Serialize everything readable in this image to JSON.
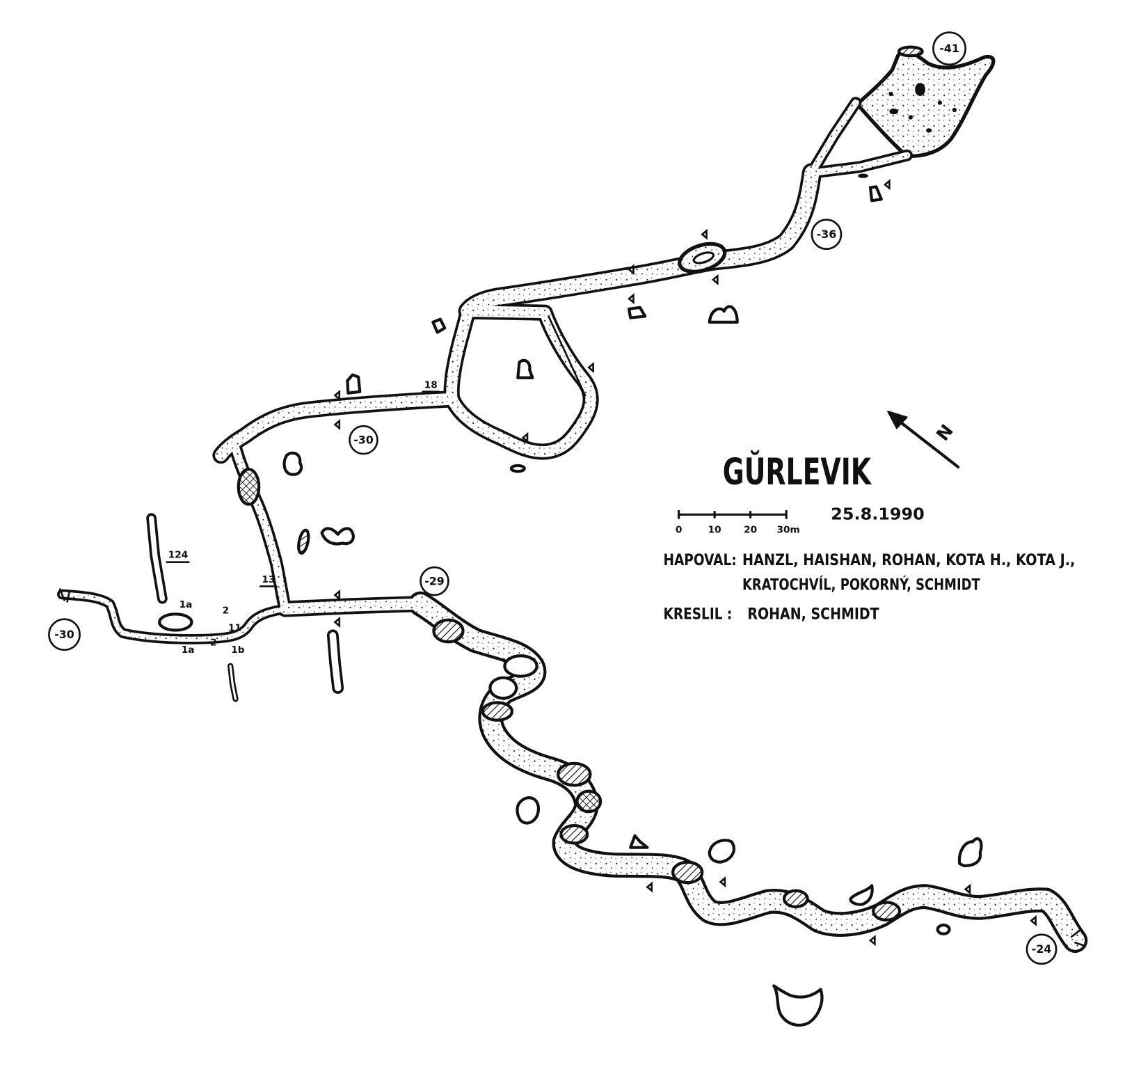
{
  "map": {
    "title": "GŬRLEVIK",
    "date": "25.8.1990",
    "scale": {
      "labels": [
        "0",
        "10",
        "20",
        "30m"
      ]
    },
    "credits": {
      "surveyed_label": "HAPOVAL:",
      "surveyed_line1": "HANZL, HAISHAN, ROHAN, KOTA H., KOTA J.,",
      "surveyed_line2": "KRATOCHVÍL, POKORNÝ, SCHMIDT",
      "drawn_label": "KRESLIL :",
      "drawn_names": "ROHAN, SCHMIDT"
    },
    "north_label": "N",
    "depth_marks": [
      "-41",
      "-36",
      "-30",
      "-29",
      "-30",
      "-24"
    ],
    "station_labels": [
      "18",
      "13",
      "124",
      "1a",
      "-2",
      "1a",
      "1b",
      "2",
      "11"
    ]
  }
}
